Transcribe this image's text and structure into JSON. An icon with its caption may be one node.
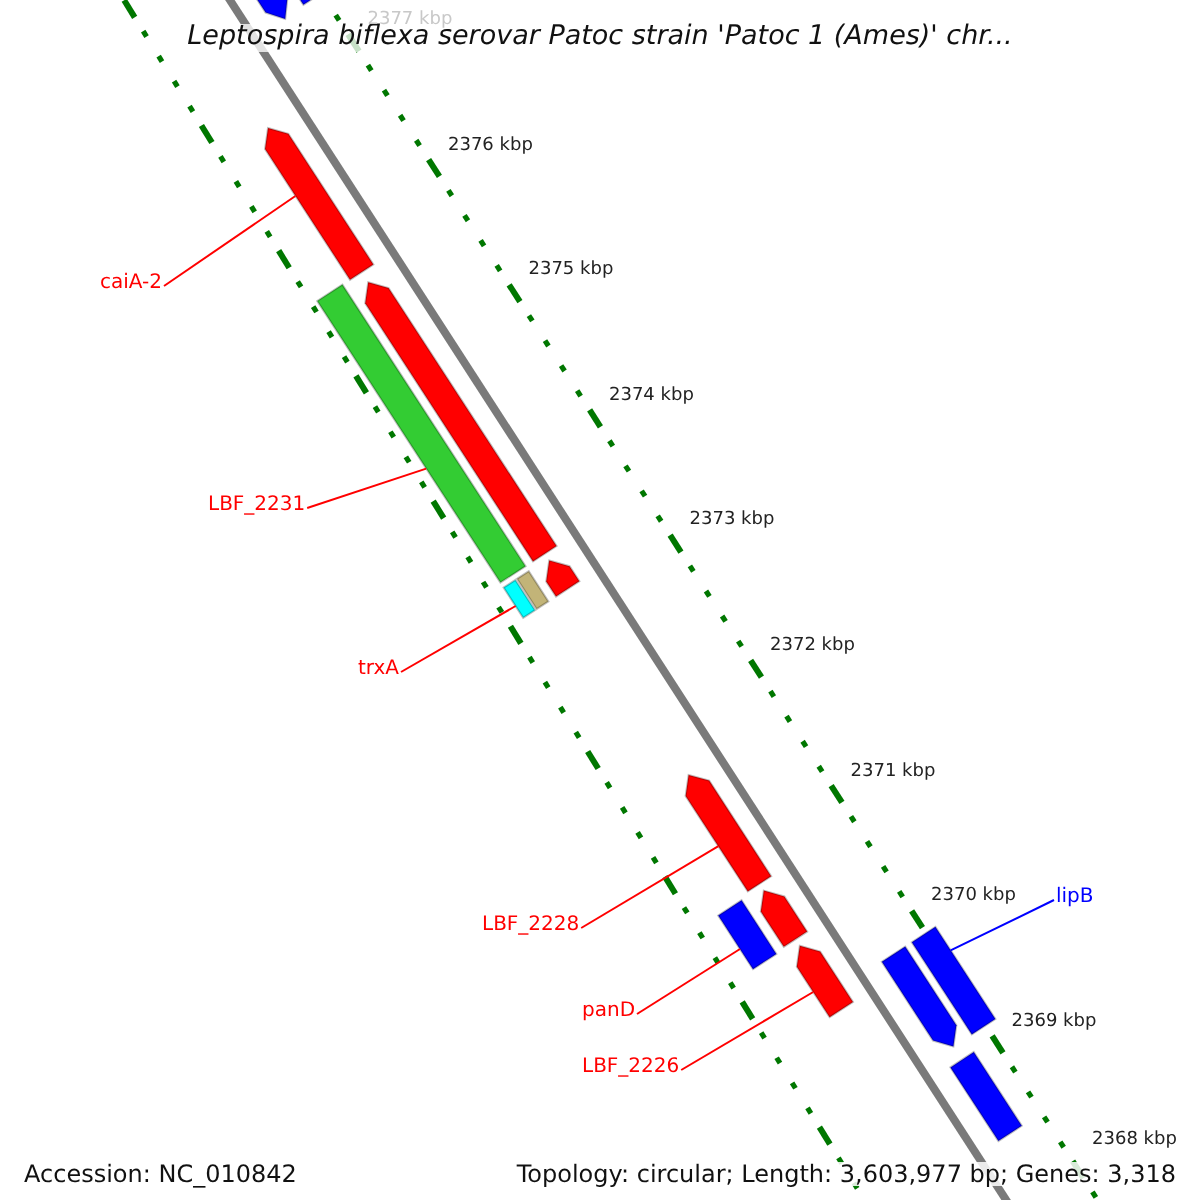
{
  "diagram": {
    "title": "Leptospira biflexa serovar Patoc strain 'Patoc 1 (Ames)' chr...",
    "nodes": [
      {
        "text": [],
        "shape": "bar"
      },
      {
        "text": [],
        "shape": "bar"
      },
      {
        "text": [
          "caiA-2"
        ]
      },
      {
        "text": [],
        "shape": "bar"
      },
      {
        "text": [
          "LBF_2231"
        ]
      },
      {
        "text": [],
        "shape": "bar"
      },
      {
        "text": [],
        "shape": "bar"
      },
      {
        "text": [
          "trxA"
        ]
      },
      {
        "text": [],
        "shape": "bar"
      },
      {
        "text": [],
        "shape": "bar"
      },
      {
        "text": [],
        "shape": "bar"
      },
      {
        "text": [
          "LBF_2228"
        ]
      },
      {
        "text": [],
        "shape": "bar"
      },
      {
        "text": [],
        "shape": "bar"
      },
      {
        "text": [
          "panD"
        ]
      },
      {
        "text": [],
        "shape": "bar"
      },
      {
        "text": [
          "LBF_2226"
        ]
      },
      {
        "text": [],
        "shape": "bar"
      },
      {
        "text": [
          "lipB"
        ]
      },
      {
        "text": [],
        "shape": "bar"
      },
      {
        "text": [],
        "shape": "bar"
      },
      {
        "text": [],
        "shape": "bar"
      }
    ],
    "edges": [
      {
        "from": 2,
        "to": 3,
        "arrow": "none"
      },
      {
        "from": 4,
        "to": 5,
        "arrow": "none"
      },
      {
        "from": 7,
        "to": 9,
        "arrow": "none"
      },
      {
        "from": 11,
        "to": 12,
        "arrow": "none"
      },
      {
        "from": 14,
        "to": 15,
        "arrow": "none"
      },
      {
        "from": 16,
        "to": 17,
        "arrow": "none"
      },
      {
        "from": 18,
        "to": 20,
        "arrow": "none",
        "color": "#0000ff"
      }
    ],
    "labels": [
      "2377 kbp",
      "2376 kbp",
      "2375 kbp",
      "2374 kbp",
      "2373 kbp",
      "2372 kbp",
      "2371 kbp",
      "2370 kbp",
      "2369 kbp",
      "2368 kbp",
      "Accession: NC_010842",
      "Topology: circular; Length: 3,603,977 bp; Genes: 3,318"
    ]
  }
}
